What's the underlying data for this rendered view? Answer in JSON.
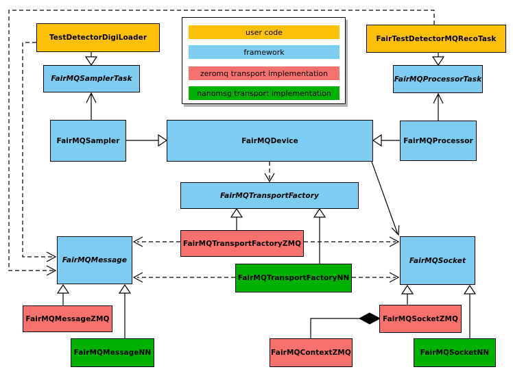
{
  "colors": {
    "user_code": "#ffc107",
    "framework": "#7dccf1",
    "zeromq": "#f9716c",
    "nanomsg": "#00b200",
    "border": "#000000",
    "edge": "#000000",
    "background": "#ffffff"
  },
  "legend": {
    "items": [
      {
        "label": "user code",
        "role": "user_code"
      },
      {
        "label": "framework",
        "role": "framework"
      },
      {
        "label": "zeromq transport implementation",
        "role": "zeromq"
      },
      {
        "label": "nanomsg transport implementation",
        "role": "nanomsg"
      }
    ]
  },
  "nodes": [
    {
      "id": "TestDetectorDigiLoader",
      "label": "TestDetectorDigiLoader",
      "role": "user_code",
      "abstract": false
    },
    {
      "id": "FairTestDetectorMQRecoTask",
      "label": "FairTestDetectorMQRecoTask",
      "role": "user_code",
      "abstract": false
    },
    {
      "id": "FairMQSamplerTask",
      "label": "FairMQSamplerTask",
      "role": "framework",
      "abstract": true
    },
    {
      "id": "FairMQProcessorTask",
      "label": "FairMQProcessorTask",
      "role": "framework",
      "abstract": true
    },
    {
      "id": "FairMQSampler",
      "label": "FairMQSampler",
      "role": "framework",
      "abstract": false
    },
    {
      "id": "FairMQDevice",
      "label": "FairMQDevice",
      "role": "framework",
      "abstract": false
    },
    {
      "id": "FairMQProcessor",
      "label": "FairMQProcessor",
      "role": "framework",
      "abstract": false
    },
    {
      "id": "FairMQTransportFactory",
      "label": "FairMQTransportFactory",
      "role": "framework",
      "abstract": true
    },
    {
      "id": "FairMQTransportFactoryZMQ",
      "label": "FairMQTransportFactoryZMQ",
      "role": "zeromq",
      "abstract": false
    },
    {
      "id": "FairMQTransportFactoryNN",
      "label": "FairMQTransportFactoryNN",
      "role": "nanomsg",
      "abstract": false
    },
    {
      "id": "FairMQMessage",
      "label": "FairMQMessage",
      "role": "framework",
      "abstract": true
    },
    {
      "id": "FairMQSocket",
      "label": "FairMQSocket",
      "role": "framework",
      "abstract": true
    },
    {
      "id": "FairMQMessageZMQ",
      "label": "FairMQMessageZMQ",
      "role": "zeromq",
      "abstract": false
    },
    {
      "id": "FairMQMessageNN",
      "label": "FairMQMessageNN",
      "role": "nanomsg",
      "abstract": false
    },
    {
      "id": "FairMQSocketZMQ",
      "label": "FairMQSocketZMQ",
      "role": "zeromq",
      "abstract": false
    },
    {
      "id": "FairMQSocketNN",
      "label": "FairMQSocketNN",
      "role": "nanomsg",
      "abstract": false
    },
    {
      "id": "FairMQContextZMQ",
      "label": "FairMQContextZMQ",
      "role": "zeromq",
      "abstract": false
    }
  ],
  "edges": [
    {
      "from": "TestDetectorDigiLoader",
      "to": "FairMQSamplerTask",
      "type": "inheritance"
    },
    {
      "from": "FairTestDetectorMQRecoTask",
      "to": "FairMQProcessorTask",
      "type": "inheritance"
    },
    {
      "from": "FairMQSampler",
      "to": "FairMQDevice",
      "type": "inheritance"
    },
    {
      "from": "FairMQProcessor",
      "to": "FairMQDevice",
      "type": "inheritance"
    },
    {
      "from": "FairMQSampler",
      "to": "FairMQSamplerTask",
      "type": "association"
    },
    {
      "from": "FairMQProcessor",
      "to": "FairMQProcessorTask",
      "type": "association"
    },
    {
      "from": "FairMQDevice",
      "to": "FairMQTransportFactory",
      "type": "dependency"
    },
    {
      "from": "FairMQDevice",
      "to": "FairMQSocket",
      "type": "association"
    },
    {
      "from": "FairMQTransportFactoryZMQ",
      "to": "FairMQTransportFactory",
      "type": "inheritance"
    },
    {
      "from": "FairMQTransportFactoryNN",
      "to": "FairMQTransportFactory",
      "type": "inheritance"
    },
    {
      "from": "FairMQTransportFactoryZMQ",
      "to": "FairMQMessage",
      "type": "dependency"
    },
    {
      "from": "FairMQTransportFactoryZMQ",
      "to": "FairMQSocket",
      "type": "dependency"
    },
    {
      "from": "FairMQTransportFactoryNN",
      "to": "FairMQMessage",
      "type": "dependency"
    },
    {
      "from": "FairMQTransportFactoryNN",
      "to": "FairMQSocket",
      "type": "dependency"
    },
    {
      "from": "TestDetectorDigiLoader",
      "to": "FairMQMessage",
      "type": "dependency"
    },
    {
      "from": "FairTestDetectorMQRecoTask",
      "to": "FairMQMessage",
      "type": "dependency"
    },
    {
      "from": "FairMQMessageZMQ",
      "to": "FairMQMessage",
      "type": "inheritance"
    },
    {
      "from": "FairMQMessageNN",
      "to": "FairMQMessage",
      "type": "inheritance"
    },
    {
      "from": "FairMQSocketZMQ",
      "to": "FairMQSocket",
      "type": "inheritance"
    },
    {
      "from": "FairMQSocketNN",
      "to": "FairMQSocket",
      "type": "inheritance"
    },
    {
      "from": "FairMQContextZMQ",
      "to": "FairMQSocketZMQ",
      "type": "composition"
    }
  ]
}
